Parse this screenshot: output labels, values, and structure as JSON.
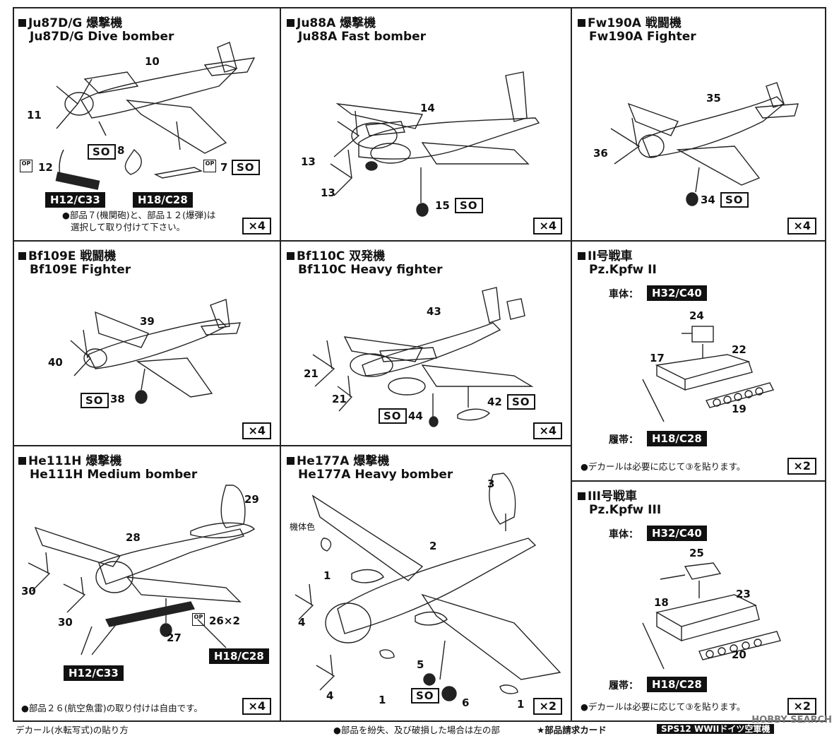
{
  "panels": {
    "ju87": {
      "title_jp": "Ju87D/G 爆撃機",
      "title_en": "Ju87D/G Dive bomber",
      "qty": "×4",
      "parts": [
        "10",
        "11",
        "8",
        "12",
        "7"
      ],
      "so": "SO",
      "op": "OP",
      "hc1": "H12/C33",
      "hc2": "H18/C28",
      "note_line1": "●部品７(機関砲)と、部品１２(爆弾)は",
      "note_line2": "選択して取り付けて下さい。"
    },
    "ju88": {
      "title_jp": "Ju88A 爆撃機",
      "title_en": "Ju88A Fast bomber",
      "qty": "×4",
      "parts": [
        "14",
        "13",
        "13",
        "15"
      ],
      "so": "SO"
    },
    "fw190": {
      "title_jp": "Fw190A 戦闘機",
      "title_en": "Fw190A Fighter",
      "qty": "×4",
      "parts": [
        "35",
        "36",
        "34"
      ],
      "so": "SO"
    },
    "bf109": {
      "title_jp": "Bf109E 戦闘機",
      "title_en": "Bf109E Fighter",
      "qty": "×4",
      "parts": [
        "39",
        "40",
        "38"
      ],
      "so": "SO"
    },
    "bf110": {
      "title_jp": "Bf110C 双発機",
      "title_en": "Bf110C Heavy fighter",
      "qty": "×4",
      "parts": [
        "43",
        "21",
        "21",
        "44",
        "42"
      ],
      "so": "SO"
    },
    "pz2": {
      "title_jp": "II号戦車",
      "title_en": "Pz.Kpfw II",
      "qty": "×2",
      "hull_label": "車体：",
      "hull_hc": "H32/C40",
      "track_label": "履帯：",
      "track_hc": "H18/C28",
      "parts": [
        "24",
        "17",
        "22",
        "19"
      ],
      "note": "●デカールは必要に応じて③を貼ります。"
    },
    "he111": {
      "title_jp": "He111H 爆撃機",
      "title_en": "He111H Medium bomber",
      "qty": "×4",
      "parts": [
        "29",
        "28",
        "30",
        "30",
        "26×2",
        "27"
      ],
      "op": "OP",
      "hc1": "H12/C33",
      "hc2": "H18/C28",
      "note": "●部品２６(航空魚雷)の取り付けは自由です。"
    },
    "he177": {
      "title_jp": "He177A 爆撃機",
      "title_en": "He177A Heavy bomber",
      "qty": "×2",
      "parts": [
        "3",
        "2",
        "1",
        "4",
        "5",
        "6",
        "4",
        "1",
        "1"
      ],
      "body_color": "機体色",
      "so": "SO"
    },
    "pz3": {
      "title_jp": "III号戦車",
      "title_en": "Pz.Kpfw III",
      "qty": "×2",
      "hull_label": "車体：",
      "hull_hc": "H32/C40",
      "track_label": "履帯：",
      "track_hc": "H18/C28",
      "parts": [
        "25",
        "23",
        "18",
        "20"
      ],
      "note": "●デカールは必要に応じて③を貼ります。"
    }
  },
  "bottom": {
    "left_text": "デカール(水転写式)の貼り方",
    "mid_text": "●部品を紛失、及び破損した場合は左の部",
    "card_text": "★部品請求カード",
    "code_text": "SPS12 WWIIドイツ空軍機"
  },
  "watermark": "HOBBY SEARCH"
}
